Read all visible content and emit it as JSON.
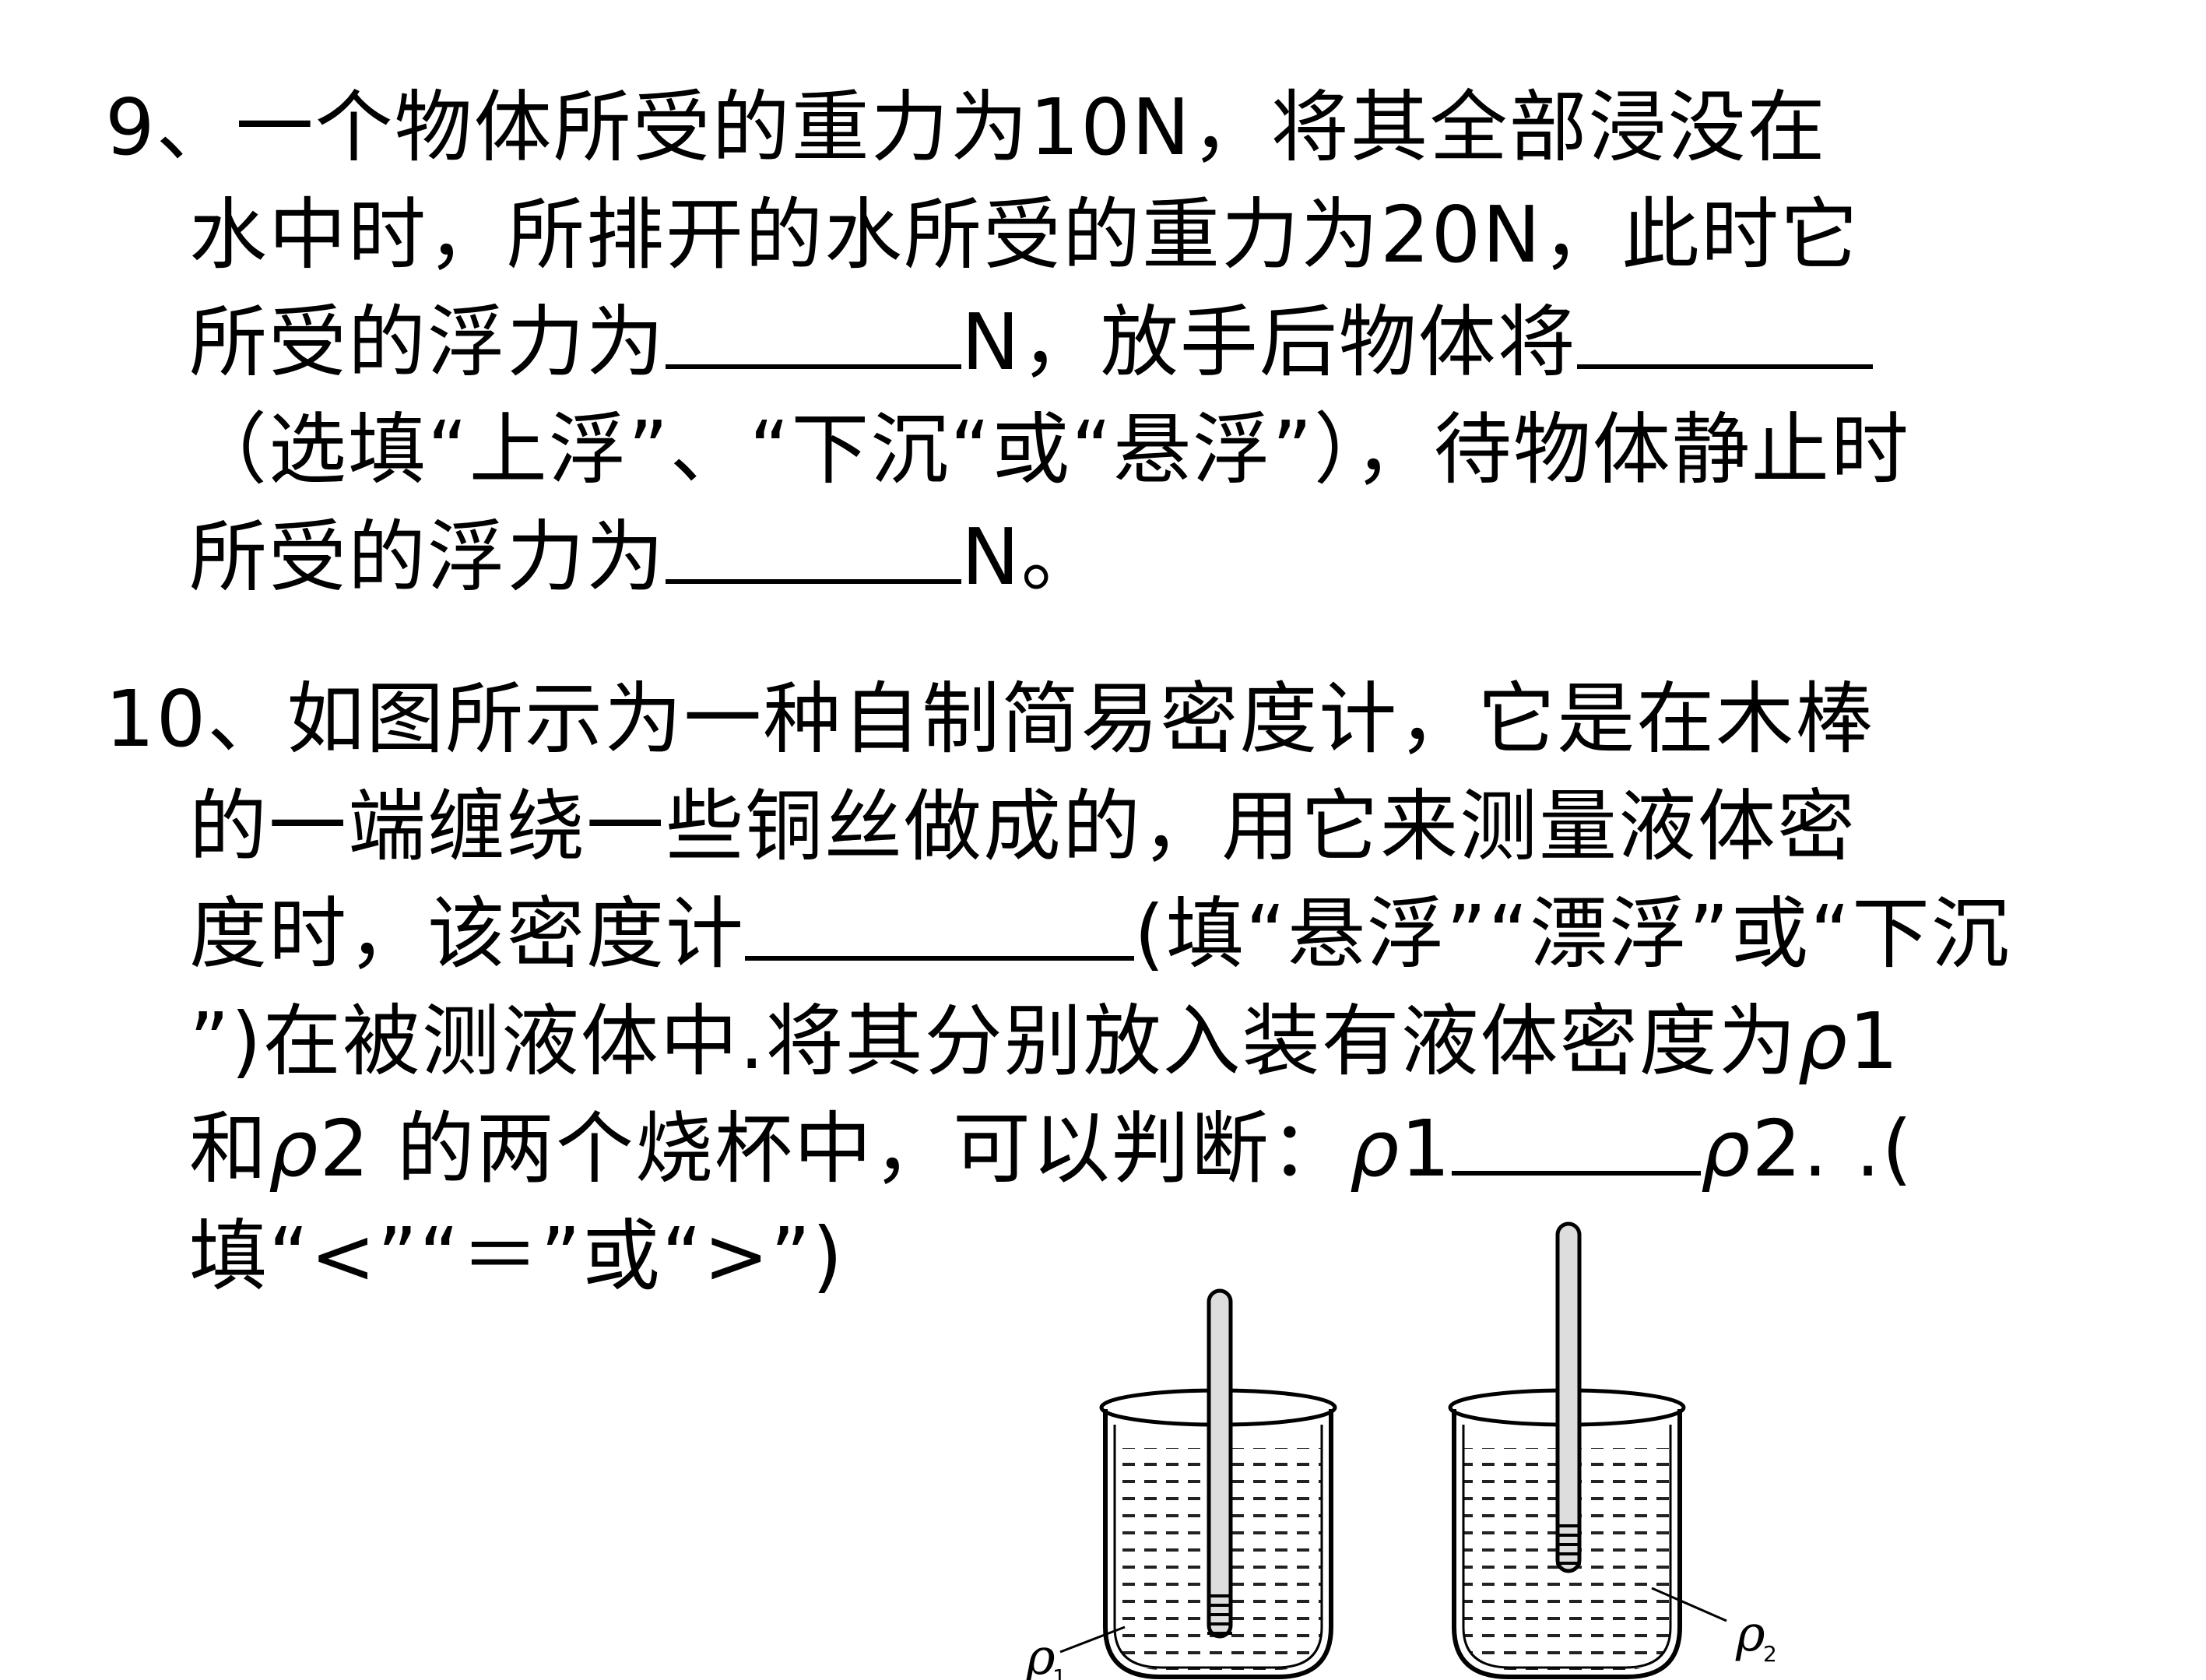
{
  "q9": {
    "lines": [
      [
        "9、一个物体所受的重力为10N，将其全部浸没在"
      ],
      [
        "水中时，所排开的水所受的重力为20N，此时它"
      ],
      [
        "所受的浮力为",
        "N，放手后物体将"
      ],
      [
        "（选填“上浮”、“下沉“或“悬浮”），待物体静止时"
      ],
      [
        "所受的浮力为",
        "N。"
      ]
    ]
  },
  "q10": {
    "line1": "10、如图所示为一种自制简易密度计，它是在木棒",
    "line2": "的一端缠绕一些铜丝做成的，用它来测量液体密",
    "line3a": "度时，该密度计",
    "line3b": "(填“悬浮”“漂浮”或“下沉",
    "line4a": "”)在被测液体中.将其分别放入装有液体密度为",
    "line4rho": "ρ",
    "line4b": "1",
    "line5a": "和",
    "line5rho1": "ρ",
    "line5b": "2 的两个烧杯中，可以判断：",
    "line5rho2": "ρ",
    "line5c": "1",
    "line5rho3": "ρ",
    "line5d": "2. .(",
    "line6": "填“<”“＝”或“>”)"
  },
  "figure": {
    "label_left": "ρ",
    "label_left_sub": "1",
    "label_right": "ρ",
    "label_right_sub": "2"
  }
}
